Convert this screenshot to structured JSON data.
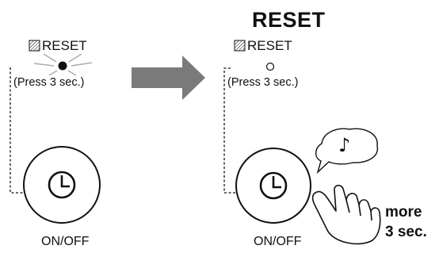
{
  "title": "RESET",
  "left_panel": {
    "reset_label": "RESET",
    "press_label": "(Press 3 sec.)",
    "onoff_label": "ON/OFF",
    "indicator_state": "lit"
  },
  "right_panel": {
    "reset_label": "RESET",
    "press_label": "(Press 3 sec.)",
    "onoff_label": "ON/OFF",
    "indicator_state": "off",
    "sound_symbol": "♪",
    "hold_line1": "more",
    "hold_line2": "3 sec."
  },
  "icons": {
    "clock": "clock-icon",
    "hatched_square": "hatched-square-icon",
    "arrow": "right-arrow",
    "hand": "pressing-hand"
  },
  "colors": {
    "arrow": "#7a7a7a",
    "ink": "#111111"
  }
}
